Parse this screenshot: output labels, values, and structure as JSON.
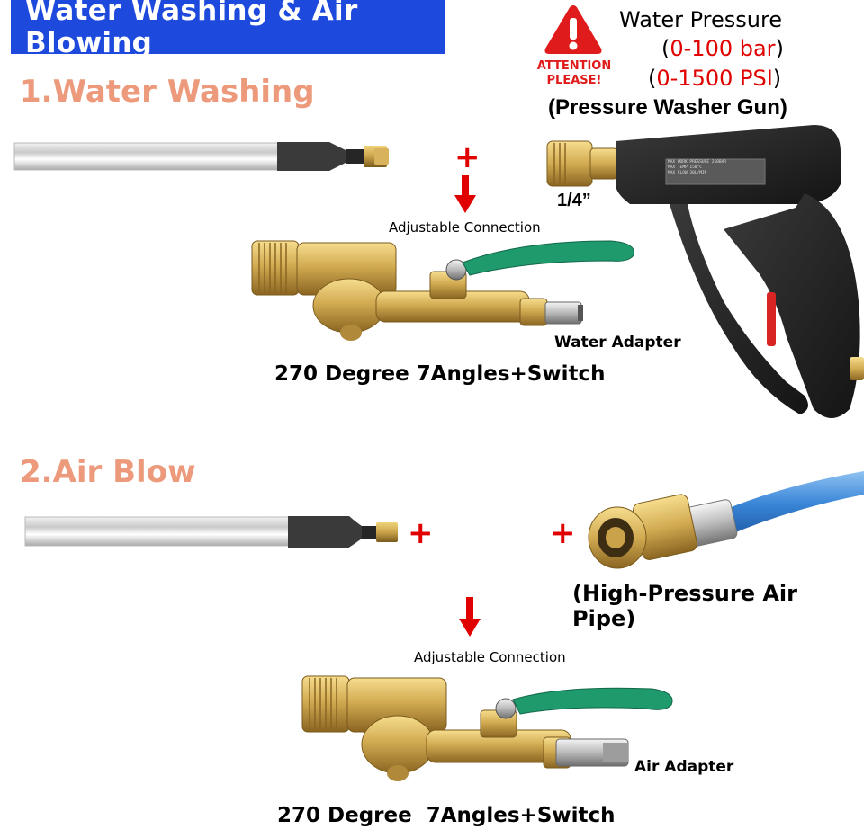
{
  "banner": {
    "title": "Water Washing & Air Blowing"
  },
  "section1": {
    "title": "1.Water Washing",
    "adjustable_label": "Adjustable Connection",
    "adapter_label": "Water Adapter",
    "product_caption": "270 Degree 7Angles+Switch",
    "connector_size": "1/4”"
  },
  "attention": {
    "line1": "ATTENTION",
    "line2": "PLEASE!"
  },
  "pressure": {
    "title": "Water Pressure",
    "range_bar_open": "(",
    "range_bar": "0-100 bar",
    "range_bar_close": ")",
    "range_psi_open": "(",
    "range_psi": "0-1500 PSI",
    "range_psi_close": ")",
    "gun_label": "(Pressure Washer Gun)",
    "gun_spec_lines": [
      "MAX WORK PRESSURE 250BAR",
      "MAX TEMP 150°C",
      "MAX FLOW 30L/MIN"
    ]
  },
  "section2": {
    "title": "2.Air Blow",
    "air_pipe_label": "(High-Pressure Air Pipe)",
    "adjustable_label": "Adjustable Connection",
    "adapter_label": "Air Adapter",
    "product_caption": "270 Degree  7Angles+Switch"
  },
  "colors": {
    "banner": "#1d49dc",
    "section_title": "#ec9a7b",
    "accent_red": "#e00000",
    "valve_handle": "#1e9a6c",
    "brass": "#c9a24a",
    "air_hose": "#3a86d8"
  },
  "icons": [
    "warning-triangle-icon",
    "plus-icon",
    "down-arrow-icon"
  ]
}
